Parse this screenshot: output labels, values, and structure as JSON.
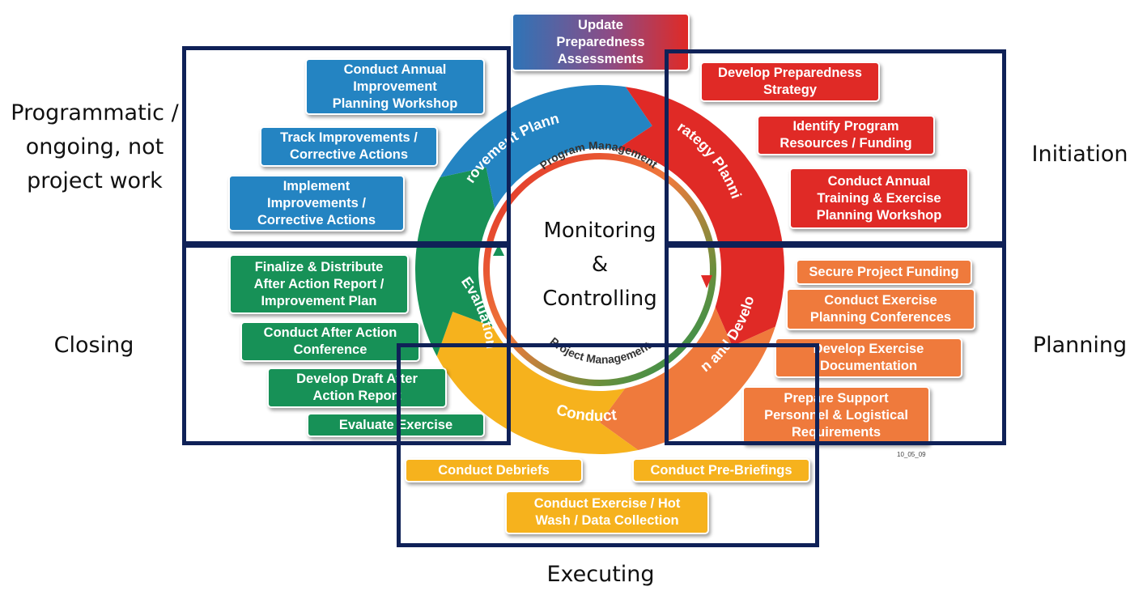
{
  "phase_labels": {
    "programmatic": "Programmatic /\nongoing, not\nproject work",
    "initiation": "Initiation",
    "closing": "Closing",
    "planning": "Planning",
    "executing": "Executing"
  },
  "center": {
    "line1": "Monitoring",
    "line2": "&",
    "line3": "Controlling",
    "inner_top": "Program Management",
    "inner_bottom": "Project Management"
  },
  "cycle_segments": {
    "improvement": "Improvement Planning",
    "strategy": "Strategy Planning",
    "design": "Design and Development",
    "conduct": "Conduct",
    "evaluation": "Evaluation"
  },
  "tasks": {
    "update_preparedness": "Update\nPreparedness\nAssessments",
    "conduct_annual_improvement": "Conduct Annual\nImprovement\nPlanning Workshop",
    "track_improvements": "Track Improvements /\nCorrective Actions",
    "implement_improvements": "Implement\nImprovements /\nCorrective Actions",
    "develop_strategy": "Develop Preparedness\nStrategy",
    "identify_resources": "Identify Program\nResources / Funding",
    "conduct_annual_training": "Conduct Annual\nTraining & Exercise\nPlanning Workshop",
    "secure_funding": "Secure Project Funding",
    "planning_conferences": "Conduct Exercise\nPlanning Conferences",
    "exercise_documentation": "Develop Exercise\nDocumentation",
    "support_personnel": "Prepare Support\nPersonnel & Logistical\nRequirements",
    "finalize_aar": "Finalize & Distribute\nAfter Action Report /\nImprovement Plan",
    "aar_conference": "Conduct After Action\nConference",
    "draft_aar": "Develop Draft After\nAction Report",
    "evaluate_exercise": "Evaluate Exercise",
    "debriefs": "Conduct Debriefs",
    "pre_briefings": "Conduct Pre-Briefings",
    "conduct_exercise": "Conduct Exercise / Hot\nWash / Data Collection"
  },
  "ref_code": "10_05_09",
  "colors": {
    "frame": "#0f2157",
    "improvement": "#2484c2",
    "strategy": "#e02a26",
    "design": "#ef7a3c",
    "conduct": "#f6b21d",
    "evaluation": "#179157"
  }
}
